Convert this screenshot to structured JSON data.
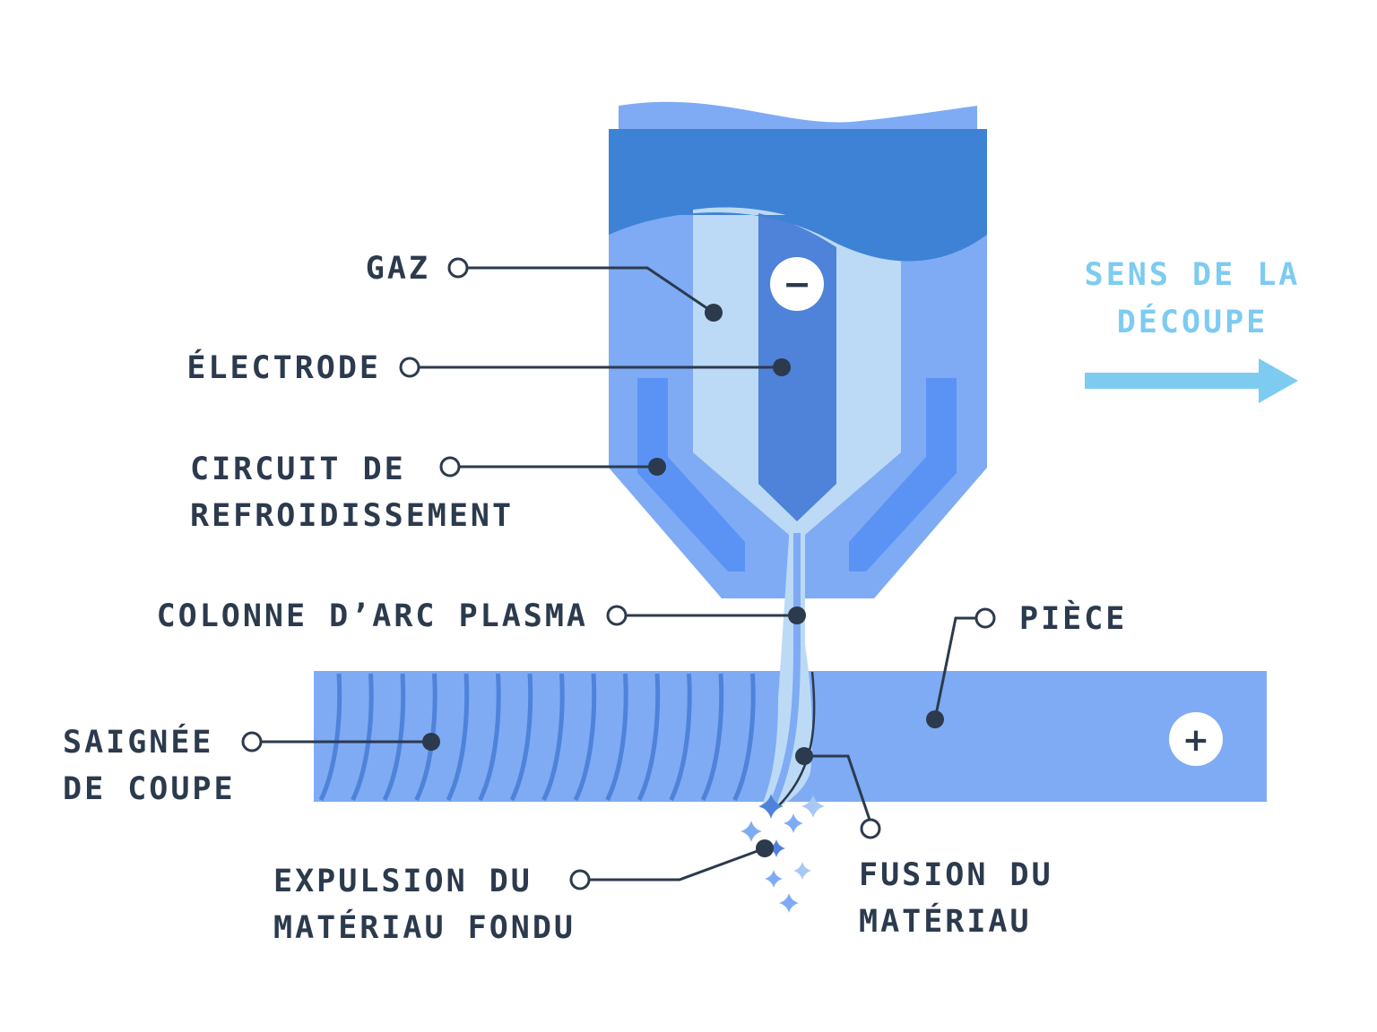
{
  "colors": {
    "text": "#2c3a4d",
    "direction": "#7dcbf1",
    "line": "#2c3a4d",
    "torch_top": "#7eabf4",
    "torch_band": "#3e82d6",
    "torch_body": "#7eabf4",
    "gas": "#bcdaf5",
    "electrode": "#4f82d9",
    "cooling": "#5b93f5",
    "workpiece": "#7eabf4",
    "kerf_stripe": "#4f82d9",
    "spark_dark": "#4f82d9",
    "spark_light": "#a8c8f5"
  },
  "symbols": {
    "cathode": "−",
    "anode": "+"
  },
  "labels": {
    "gaz": "GAZ",
    "electrode": "ÉLECTRODE",
    "circuit_1": "CIRCUIT DE",
    "circuit_2": "REFROIDISSEMENT",
    "colonne": "COLONNE D’ARC PLASMA",
    "saignee_1": "SAIGNÉE",
    "saignee_2": "DE COUPE",
    "expulsion_1": "EXPULSION DU",
    "expulsion_2": "MATÉRIAU FONDU",
    "piece": "PIÈCE",
    "fusion_1": "FUSION DU",
    "fusion_2": "MATÉRIAU"
  },
  "direction": {
    "line_1": "SENS DE LA",
    "line_2": "DÉCOUPE"
  }
}
